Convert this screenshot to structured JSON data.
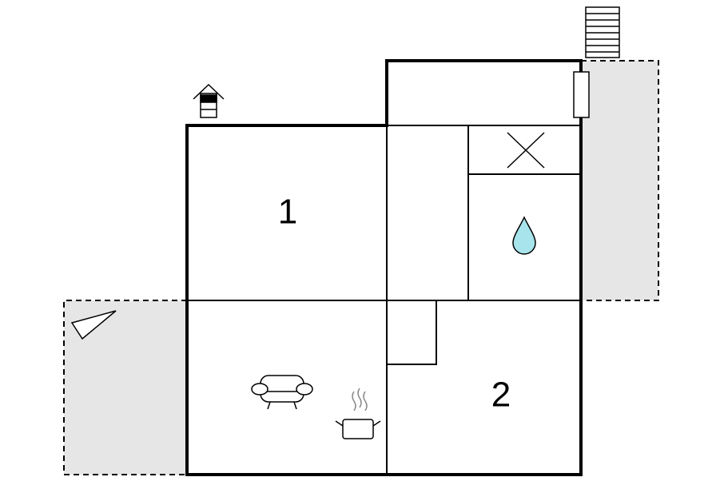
{
  "plan": {
    "rooms": [
      {
        "id": "bedroom-1",
        "label": "1"
      },
      {
        "id": "bedroom-2",
        "label": "2"
      }
    ],
    "areas": {
      "bathroom": {
        "icon": "water-drop-icon"
      },
      "storage": {
        "icon": "cross-icon"
      },
      "living": {
        "icons": [
          "sofa-icon",
          "cooking-pot-icon"
        ]
      },
      "terraces": [
        "terrace-right",
        "terrace-left"
      ]
    },
    "extras": [
      "fireplace-icon",
      "stairs-icon",
      "radiator-icon",
      "compass-icon"
    ],
    "colors": {
      "wall": "#000000",
      "terrace_fill": "#e6e6e6",
      "water": "#a8e4ec"
    }
  }
}
